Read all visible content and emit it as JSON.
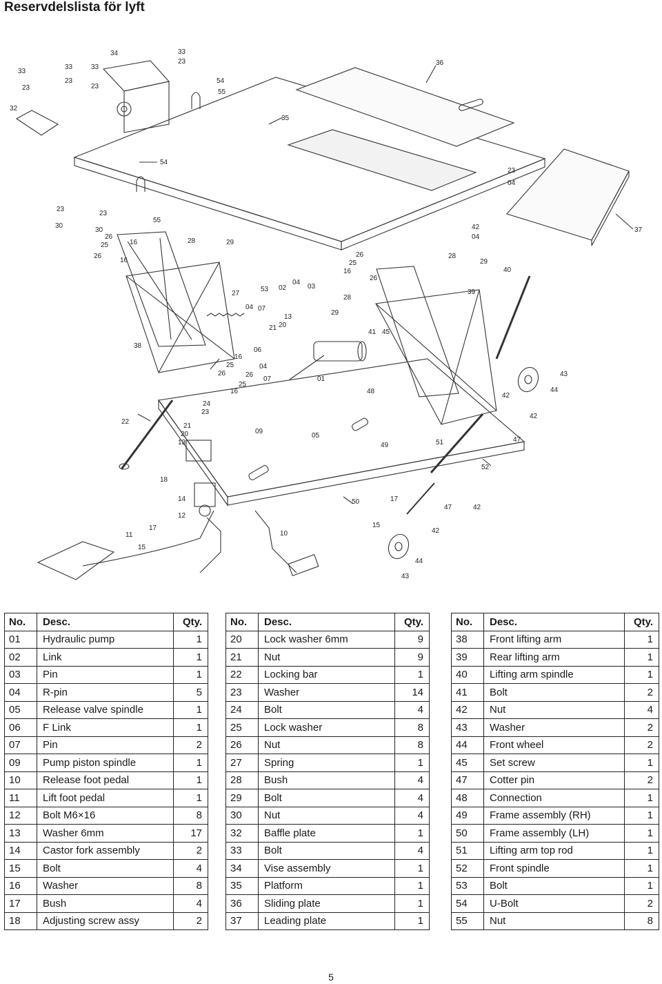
{
  "page": {
    "title": "Reservdelslista för lyft",
    "page_number": "5"
  },
  "headers": {
    "no": "No.",
    "desc": "Desc.",
    "qty": "Qty."
  },
  "diagram_labels": [
    "33",
    "23",
    "34",
    "33",
    "23",
    "36",
    "33",
    "23",
    "33",
    "23",
    "32",
    "54",
    "55",
    "35",
    "54",
    "23",
    "04",
    "37",
    "23",
    "23",
    "55",
    "30",
    "26",
    "16",
    "25",
    "16",
    "26",
    "30",
    "28",
    "29",
    "42",
    "04",
    "28",
    "29",
    "40",
    "28",
    "26",
    "25",
    "16",
    "26",
    "29",
    "53",
    "02",
    "04",
    "03",
    "27",
    "04",
    "07",
    "13",
    "20",
    "21",
    "39",
    "38",
    "06",
    "16",
    "25",
    "26",
    "04",
    "26",
    "25",
    "16",
    "07",
    "01",
    "41",
    "45",
    "48",
    "43",
    "44",
    "42",
    "22",
    "24",
    "23",
    "09",
    "05",
    "42",
    "47",
    "21",
    "20",
    "13",
    "49",
    "51",
    "52",
    "18",
    "14",
    "12",
    "50",
    "17",
    "47",
    "42",
    "11",
    "17",
    "15",
    "10",
    "15",
    "42",
    "44",
    "43"
  ],
  "tables": [
    {
      "rows": [
        {
          "no": "01",
          "desc": "Hydraulic pump",
          "qty": "1"
        },
        {
          "no": "02",
          "desc": "Link",
          "qty": "1"
        },
        {
          "no": "03",
          "desc": "Pin",
          "qty": "1"
        },
        {
          "no": "04",
          "desc": "R-pin",
          "qty": "5"
        },
        {
          "no": "05",
          "desc": "Release valve spindle",
          "qty": "1"
        },
        {
          "no": "06",
          "desc": "F Link",
          "qty": "1"
        },
        {
          "no": "07",
          "desc": "Pin",
          "qty": "2"
        },
        {
          "no": "09",
          "desc": "Pump piston spindle",
          "qty": "1"
        },
        {
          "no": "10",
          "desc": "Release foot pedal",
          "qty": "1"
        },
        {
          "no": "11",
          "desc": "Lift foot pedal",
          "qty": "1"
        },
        {
          "no": "12",
          "desc": "Bolt M6×16",
          "qty": "8"
        },
        {
          "no": "13",
          "desc": "Washer 6mm",
          "qty": "17"
        },
        {
          "no": "14",
          "desc": "Castor fork assembly",
          "qty": "2"
        },
        {
          "no": "15",
          "desc": "Bolt",
          "qty": "4"
        },
        {
          "no": "16",
          "desc": "Washer",
          "qty": "8"
        },
        {
          "no": "17",
          "desc": "Bush",
          "qty": "4"
        },
        {
          "no": "18",
          "desc": "Adjusting screw assy",
          "qty": "2"
        }
      ]
    },
    {
      "rows": [
        {
          "no": "20",
          "desc": "Lock washer 6mm",
          "qty": "9"
        },
        {
          "no": "21",
          "desc": "Nut",
          "qty": "9"
        },
        {
          "no": "22",
          "desc": "Locking bar",
          "qty": "1"
        },
        {
          "no": "23",
          "desc": "Washer",
          "qty": "14"
        },
        {
          "no": "24",
          "desc": "Bolt",
          "qty": "4"
        },
        {
          "no": "25",
          "desc": "Lock washer",
          "qty": "8"
        },
        {
          "no": "26",
          "desc": "Nut",
          "qty": "8"
        },
        {
          "no": "27",
          "desc": "Spring",
          "qty": "1"
        },
        {
          "no": "28",
          "desc": "Bush",
          "qty": "4"
        },
        {
          "no": "29",
          "desc": "Bolt",
          "qty": "4"
        },
        {
          "no": "30",
          "desc": "Nut",
          "qty": "4"
        },
        {
          "no": "32",
          "desc": "Baffle plate",
          "qty": "1"
        },
        {
          "no": "33",
          "desc": "Bolt",
          "qty": "4"
        },
        {
          "no": "34",
          "desc": "Vise assembly",
          "qty": "1"
        },
        {
          "no": "35",
          "desc": "Platform",
          "qty": "1"
        },
        {
          "no": "36",
          "desc": "Sliding plate",
          "qty": "1"
        },
        {
          "no": "37",
          "desc": "Leading plate",
          "qty": "1"
        }
      ]
    },
    {
      "rows": [
        {
          "no": "38",
          "desc": "Front lifting arm",
          "qty": "1"
        },
        {
          "no": "39",
          "desc": "Rear lifting arm",
          "qty": "1"
        },
        {
          "no": "40",
          "desc": "Lifting arm spindle",
          "qty": "1"
        },
        {
          "no": "41",
          "desc": "Bolt",
          "qty": "2"
        },
        {
          "no": "42",
          "desc": "Nut",
          "qty": "4"
        },
        {
          "no": "43",
          "desc": "Washer",
          "qty": "2"
        },
        {
          "no": "44",
          "desc": "Front wheel",
          "qty": "2"
        },
        {
          "no": "45",
          "desc": "Set screw",
          "qty": "1"
        },
        {
          "no": "47",
          "desc": "Cotter pin",
          "qty": "2"
        },
        {
          "no": "48",
          "desc": "Connection",
          "qty": "1"
        },
        {
          "no": "49",
          "desc": "Frame assembly (RH)",
          "qty": "1"
        },
        {
          "no": "50",
          "desc": "Frame assembly (LH)",
          "qty": "1"
        },
        {
          "no": "51",
          "desc": "Lifting arm top rod",
          "qty": "1"
        },
        {
          "no": "52",
          "desc": "Front spindle",
          "qty": "1"
        },
        {
          "no": "53",
          "desc": "Bolt",
          "qty": "1"
        },
        {
          "no": "54",
          "desc": "U-Bolt",
          "qty": "2"
        },
        {
          "no": "55",
          "desc": "Nut",
          "qty": "8"
        }
      ]
    }
  ]
}
